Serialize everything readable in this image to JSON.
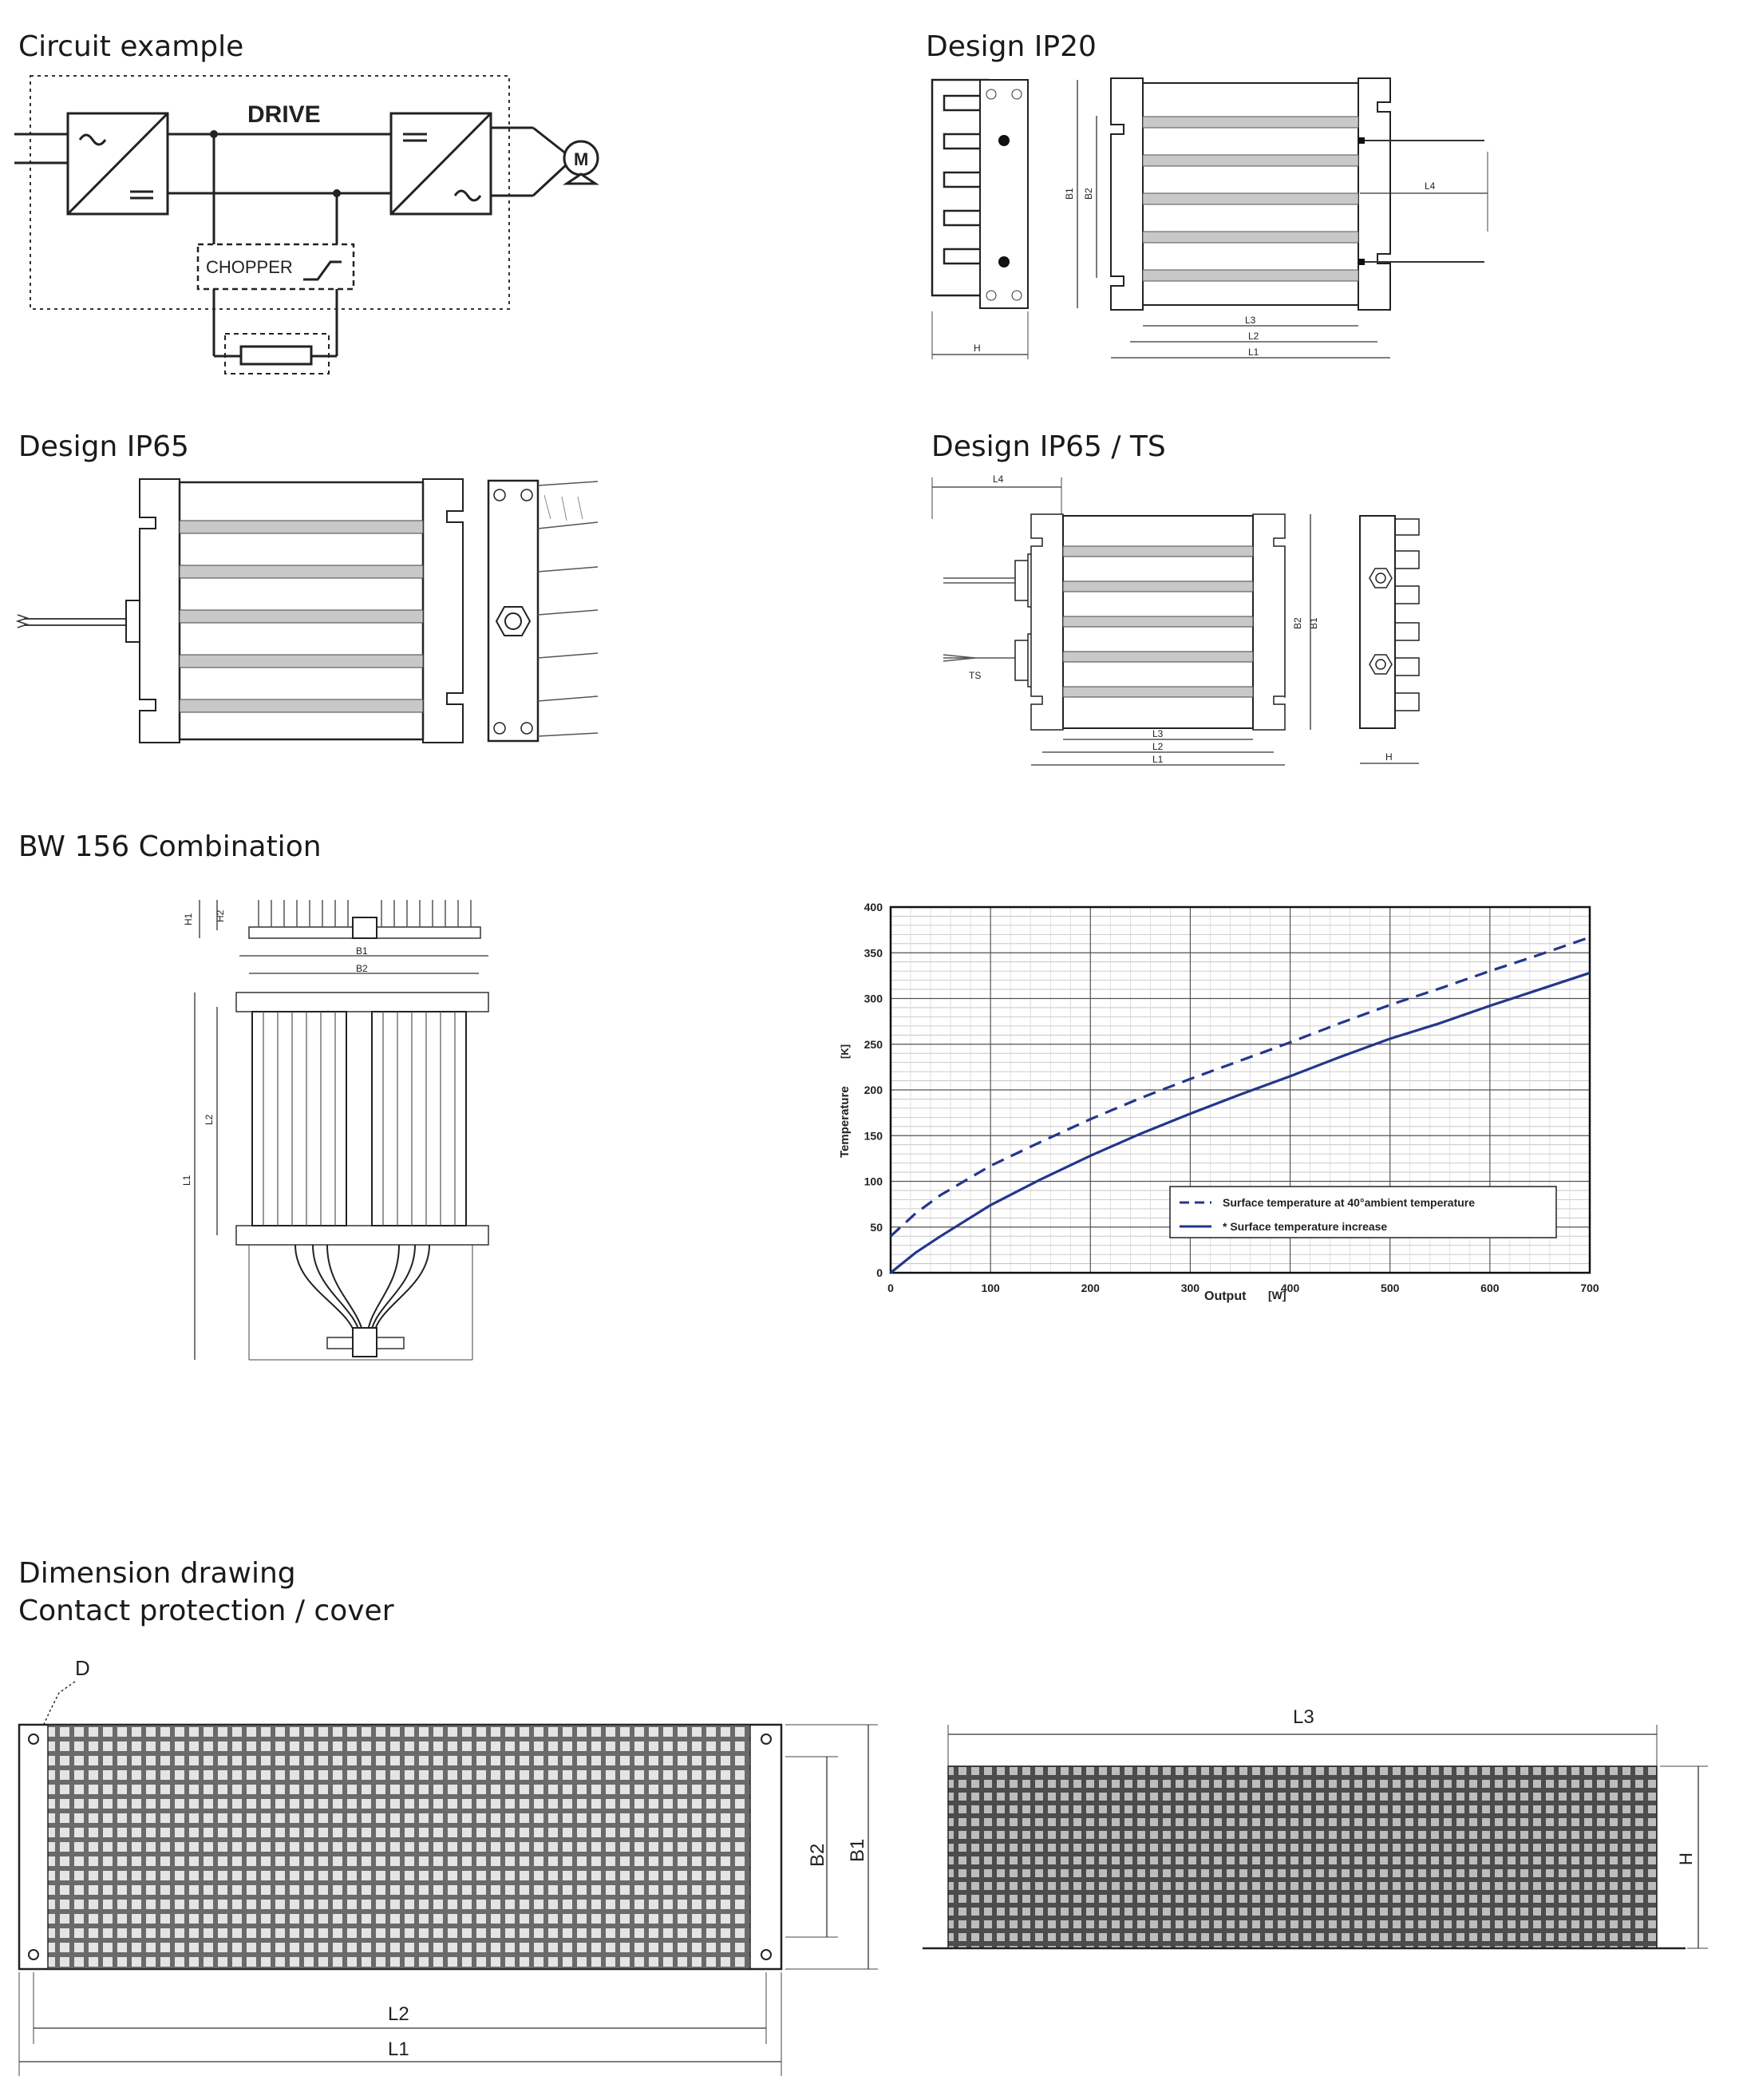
{
  "sections": {
    "circuit": "Circuit example",
    "ip20": "Design IP20",
    "ip65": "Design IP65",
    "ip65ts": "Design IP65 / TS",
    "bw156": "BW 156 Combination",
    "dimension_line1": "Dimension drawing",
    "dimension_line2": "Contact protection / cover"
  },
  "circuit_labels": {
    "drive": "DRIVE",
    "chopper": "CHOPPER",
    "motor": "M"
  },
  "dim_labels": {
    "b1": "B1",
    "b2": "B2",
    "l1": "L1",
    "l2": "L2",
    "l3": "L3",
    "l4": "L4",
    "h": "H",
    "h1": "H1",
    "h2": "H2",
    "ts": "TS",
    "d": "D"
  },
  "chart_data": {
    "type": "line",
    "xlabel": "Output",
    "xunit": "[W]",
    "ylabel": "Temperature",
    "yunit": "[K]",
    "xlim": [
      0,
      700
    ],
    "ylim": [
      0,
      400
    ],
    "xticks": [
      0,
      100,
      200,
      300,
      400,
      500,
      600,
      700
    ],
    "yticks": [
      0,
      50,
      100,
      150,
      200,
      250,
      300,
      350,
      400
    ],
    "grid": true,
    "legend_position": "bottom-right",
    "series": [
      {
        "name": "Surface temperature at 40°ambient temperature",
        "style": "dashed",
        "color": "#24368c",
        "x": [
          0,
          25,
          50,
          100,
          150,
          200,
          250,
          300,
          350,
          400,
          450,
          500,
          550,
          600,
          650,
          700
        ],
        "y": [
          40,
          65,
          85,
          117,
          143,
          168,
          191,
          212,
          232,
          252,
          273,
          293,
          311,
          330,
          348,
          367
        ]
      },
      {
        "name": "* Surface temperature increase",
        "style": "solid",
        "color": "#24368c",
        "x": [
          0,
          25,
          50,
          100,
          150,
          200,
          250,
          300,
          350,
          400,
          450,
          500,
          550,
          600,
          650,
          700
        ],
        "y": [
          0,
          22,
          40,
          74,
          102,
          128,
          152,
          174,
          195,
          215,
          236,
          256,
          273,
          292,
          310,
          328
        ]
      }
    ]
  }
}
